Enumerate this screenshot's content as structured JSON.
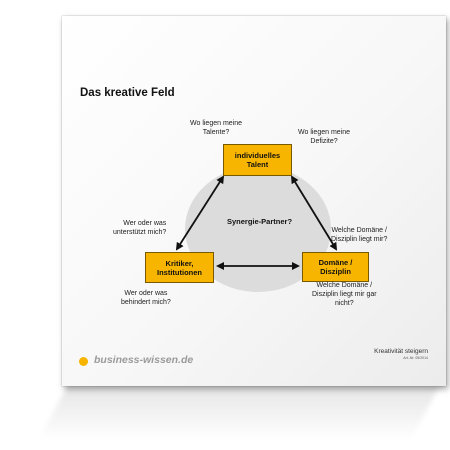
{
  "document": {
    "title": "Das kreative Feld"
  },
  "diagram": {
    "center_label": "Synergie-Partner?",
    "nodes": {
      "talent": "individuelles Talent",
      "kritik": "Kritiker, Institutionen",
      "domaene": "Domäne / Disziplin"
    },
    "questions": {
      "talente": [
        "Wo liegen meine",
        "Talente?"
      ],
      "defizite": [
        "Wo liegen meine",
        "Defizite?"
      ],
      "unterstuetzt": [
        "Wer oder was",
        "unterstützt mich?"
      ],
      "domaene_liegt": [
        "Welche Domäne /",
        "Disziplin liegt mir?"
      ],
      "behindert": [
        "Wer oder was",
        "behindert mich?"
      ],
      "domaene_nicht": [
        "Welche Domäne /",
        "Disziplin liegt mir gar",
        "nicht?"
      ]
    },
    "colors": {
      "box_fill": "#f7b500",
      "circle_fill": "#dcdcdc",
      "arrow": "#111111"
    }
  },
  "footer": {
    "brand": "business-wissen.de",
    "doc_title": "Kreativität steigern",
    "doc_number": "Art.-Nr. 05/2014"
  }
}
